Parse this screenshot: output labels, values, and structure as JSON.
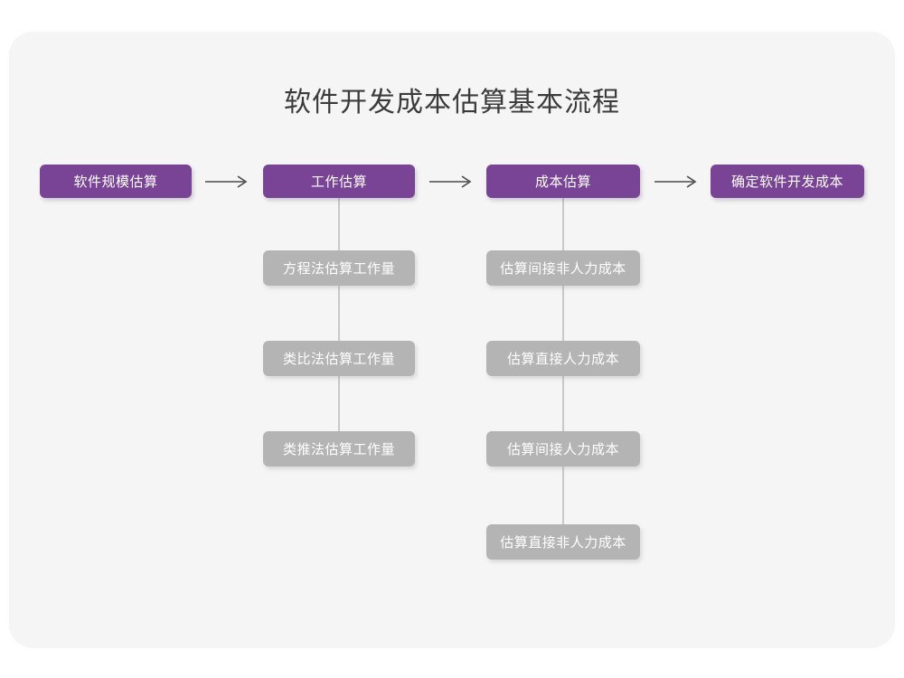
{
  "title": "软件开发成本估算基本流程",
  "colors": {
    "background": "#ffffff",
    "card": "#f5f5f5",
    "primary_node": "#7a4496",
    "sub_node": "#b4b4b4",
    "connector": "#c9c9c9",
    "title_text": "#3b3b3b",
    "node_text": "#ffffff",
    "arrow": "#4a4a4a"
  },
  "flow": {
    "steps": [
      {
        "label": "软件规模估算",
        "sub_items": []
      },
      {
        "label": "工作估算",
        "sub_items": [
          {
            "label": "方程法估算工作量"
          },
          {
            "label": "类比法估算工作量"
          },
          {
            "label": "类推法估算工作量"
          }
        ]
      },
      {
        "label": "成本估算",
        "sub_items": [
          {
            "label": "估算间接非人力成本"
          },
          {
            "label": "估算直接人力成本"
          },
          {
            "label": "估算间接人力成本"
          },
          {
            "label": "估算直接非人力成本"
          }
        ]
      },
      {
        "label": "确定软件开发成本",
        "sub_items": []
      }
    ],
    "arrows": [
      {
        "name": "arrow-step1-to-step2",
        "glyph": "⟶"
      },
      {
        "name": "arrow-step2-to-step3",
        "glyph": "⟶"
      },
      {
        "name": "arrow-step3-to-step4",
        "glyph": "⟶"
      }
    ]
  }
}
